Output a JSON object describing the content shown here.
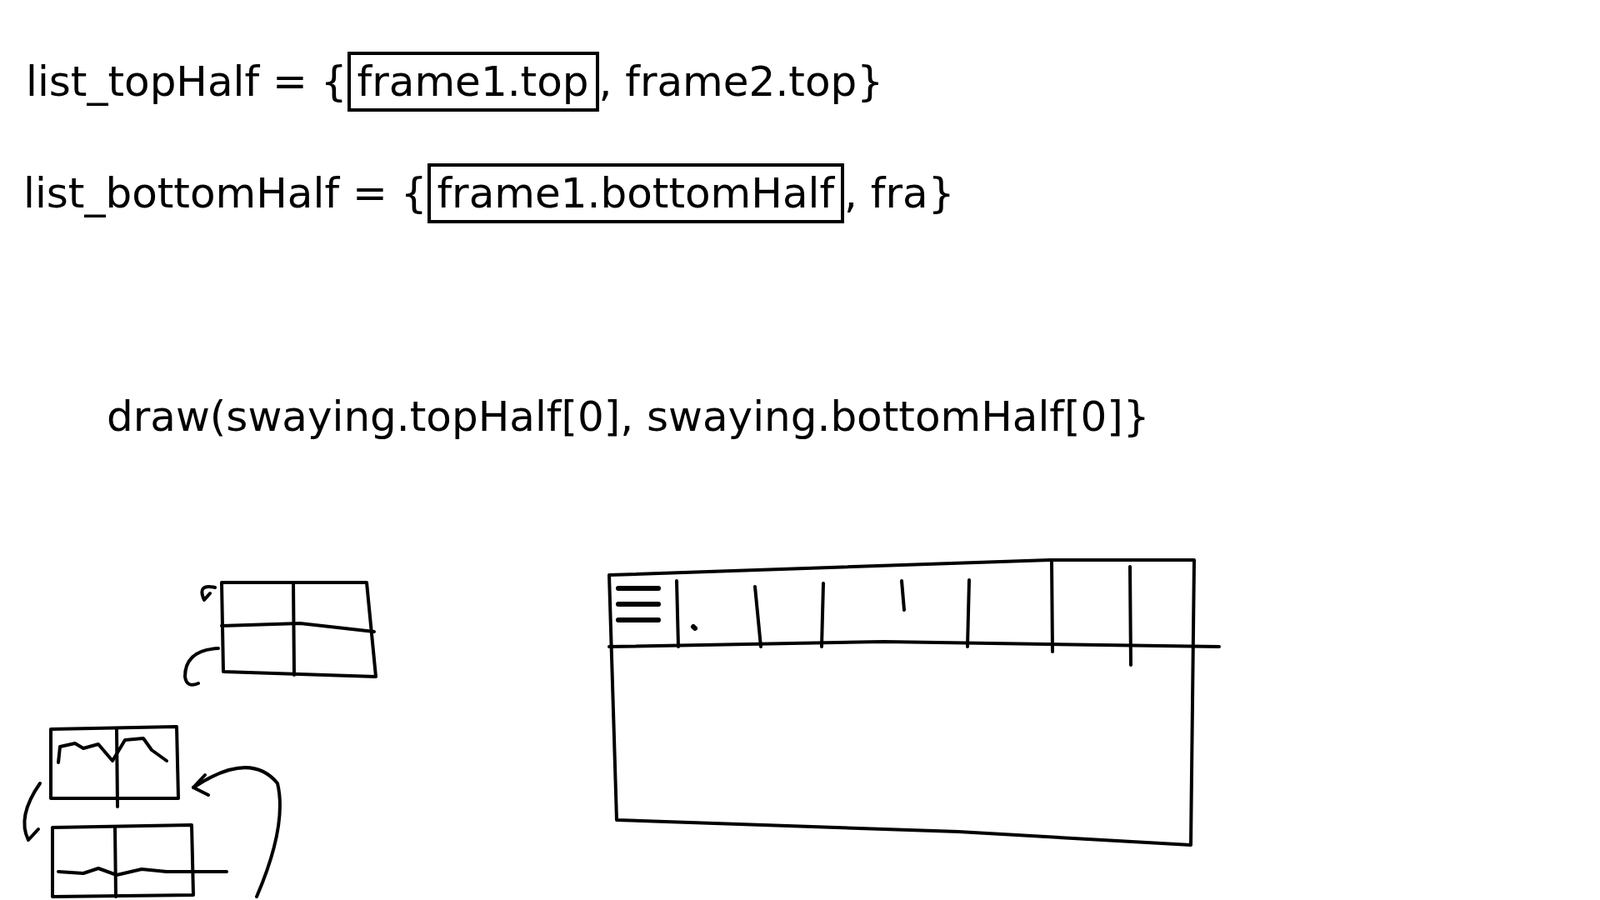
{
  "diagram": {
    "nodes": [
      {
        "text": [
          "frame1.top"
        ]
      },
      {
        "text": [
          "frame1.bottomHalf"
        ]
      }
    ],
    "labels": [
      "list_topHalf = {",
      ", frame2.top}",
      "list_bottomHalf = {",
      ", fra}",
      "draw(swaying.topHalf[0], swaying.bottomHalf[0]}"
    ]
  }
}
